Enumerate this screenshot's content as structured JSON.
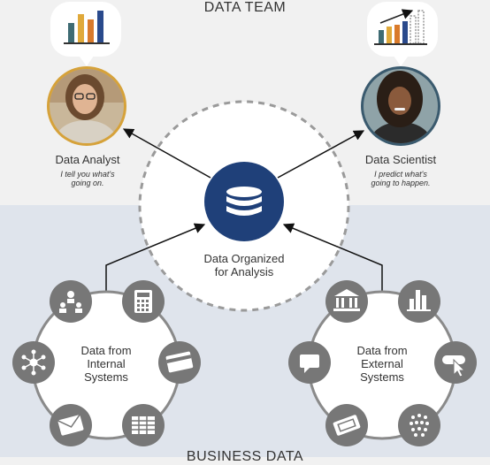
{
  "header": {
    "team_title": "DATA TEAM"
  },
  "footer": {
    "business_title": "BUSINESS DATA"
  },
  "analyst": {
    "name": "Data Analyst",
    "quote_line1": "I tell you what's",
    "quote_line2": "going on."
  },
  "scientist": {
    "name": "Data Scientist",
    "quote_line1": "I predict what's",
    "quote_line2": "going to happen."
  },
  "center": {
    "line1": "Data Organized",
    "line2": "for Analysis",
    "icon": "database-icon"
  },
  "internal": {
    "line1": "Data from",
    "line2": "Internal",
    "line3": "Systems",
    "icons": [
      "org-chart-icon",
      "calculator-icon",
      "credit-card-icon",
      "spreadsheet-icon",
      "email-icon",
      "network-icon"
    ]
  },
  "external": {
    "line1": "Data from",
    "line2": "External",
    "line3": "Systems",
    "icons": [
      "bank-icon",
      "bar-chart-icon",
      "click-icon",
      "dots-icon",
      "ticket-icon",
      "chat-icon"
    ]
  },
  "colors": {
    "navy": "#1f4079",
    "grey_icon": "#777777",
    "gold": "#d6a23a",
    "teal_ring": "#3a5a6e",
    "bar_teal": "#3e6b73",
    "bar_gold": "#e0a93a",
    "bar_orange": "#d97a2b",
    "bar_navy": "#2a4a8c",
    "band_bottom": "#dfe4ec"
  }
}
